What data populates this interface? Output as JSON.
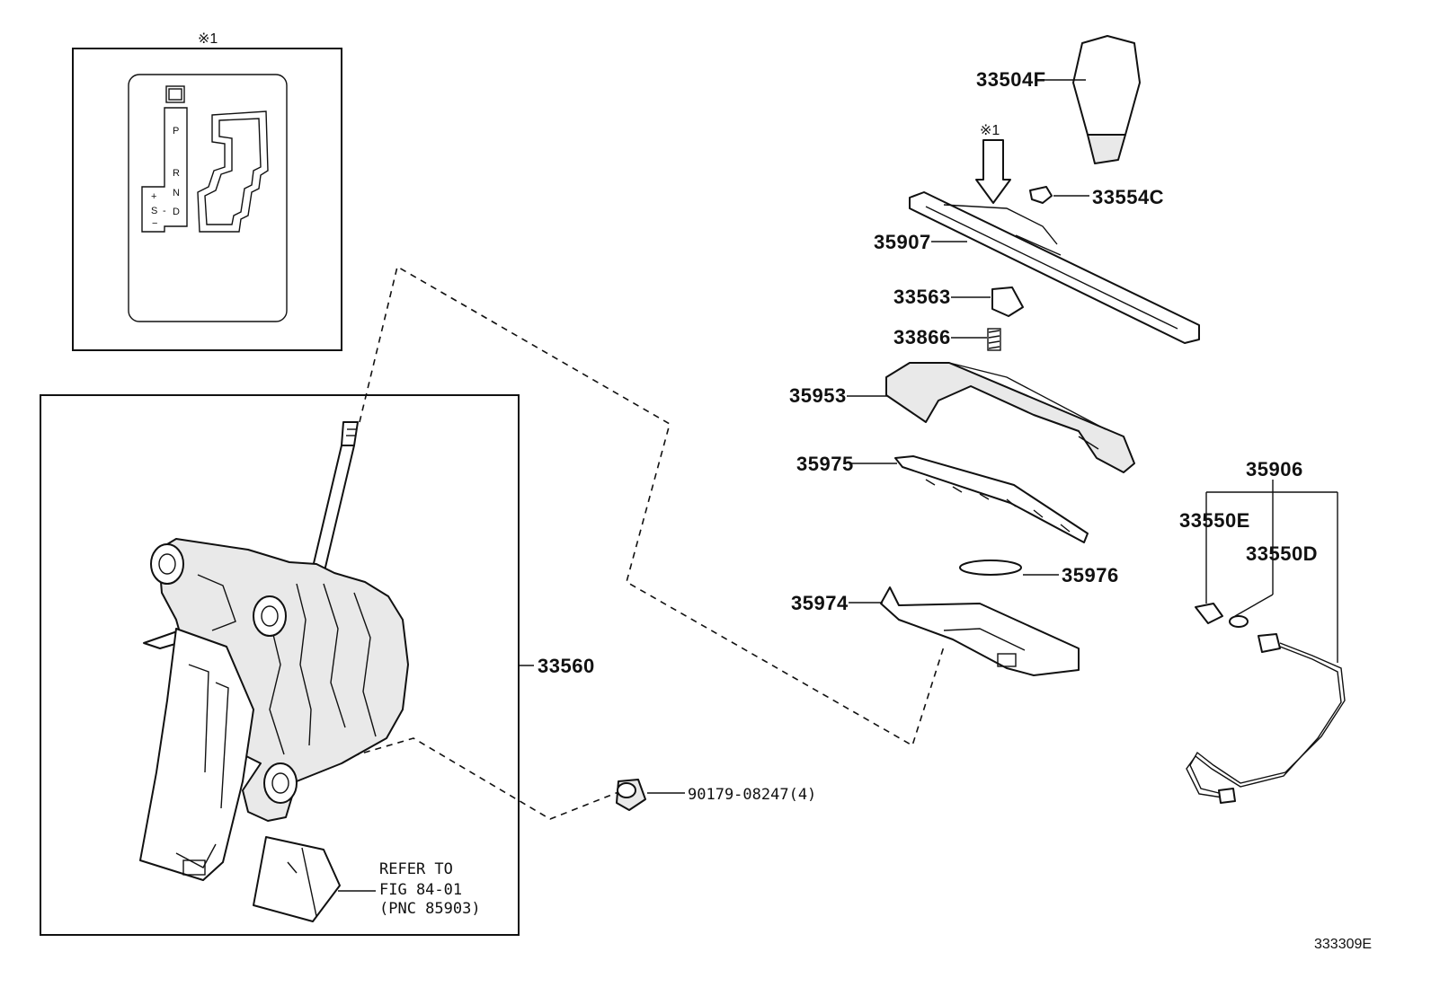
{
  "diagram_id": "333309E",
  "ref_mark": "※1",
  "inset": {
    "gate_labels": [
      "P",
      "R",
      "N",
      "D",
      "+",
      "S",
      "-",
      "−"
    ]
  },
  "parts": {
    "p33504F": "33504F",
    "p33554C": "33554C",
    "p35907": "35907",
    "p33563": "33563",
    "p33866": "33866",
    "p35953": "35953",
    "p35975": "35975",
    "p35976": "35976",
    "p35974": "35974",
    "p35906": "35906",
    "p33550E": "33550E",
    "p33550D": "33550D",
    "p33560": "33560",
    "p90179": "90179-08247(4)"
  },
  "refer": {
    "line1": "REFER TO",
    "line2": "FIG 84-01",
    "line3": "(PNC 85903)"
  }
}
